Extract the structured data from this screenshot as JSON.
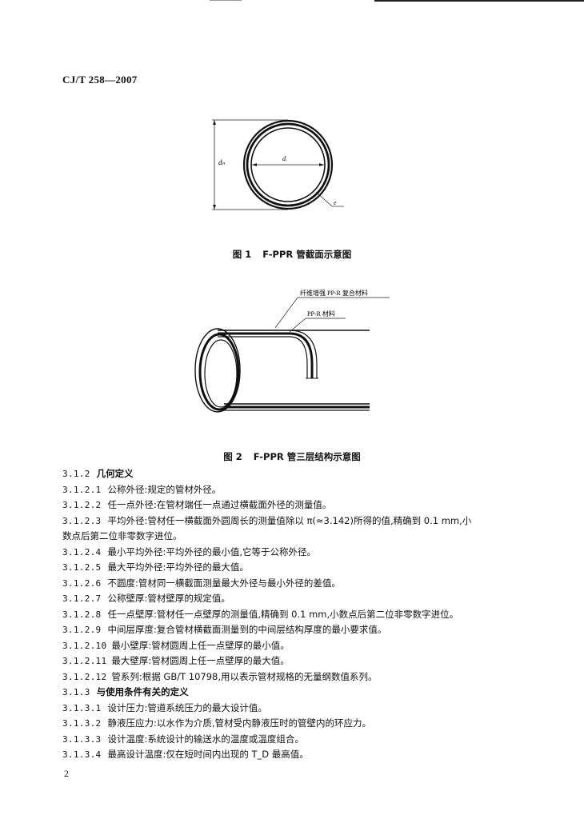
{
  "header": {
    "standard_code": "CJ/T 258—2007"
  },
  "figure1": {
    "caption_num": "图 1",
    "caption_text": "F-PPR 管截面示意图",
    "label_outer_d": "dₙ",
    "label_inner_d": "dᵢ",
    "label_e": "e"
  },
  "figure2": {
    "caption_num": "图 2",
    "caption_text": "F-PPR 管三层结构示意图",
    "label_fiber": "纤维增强 PP-R 复合材料",
    "label_ppr": "PP-R 材料"
  },
  "sections": [
    {
      "num": "3.1.2",
      "text": "几何定义",
      "heading": true
    },
    {
      "num": "3.1.2.1",
      "text": "公称外径:规定的管材外径。"
    },
    {
      "num": "3.1.2.2",
      "text": "任一点外径:在管材端任一点通过横截面外径的测量值。"
    },
    {
      "num": "3.1.2.3",
      "text": "平均外径:管材任一横截面外圆周长的测量值除以 π(≈3.142)所得的值,精确到 0.1 mm,小",
      "cont": "数点后第二位非零数字进位。"
    },
    {
      "num": "3.1.2.4",
      "text": "最小平均外径:平均外径的最小值,它等于公称外径。"
    },
    {
      "num": "3.1.2.5",
      "text": "最大平均外径:平均外径的最大值。"
    },
    {
      "num": "3.1.2.6",
      "text": "不圆度:管材同一横截面测量最大外径与最小外径的差值。"
    },
    {
      "num": "3.1.2.7",
      "text": "公称壁厚:管材壁厚的规定值。"
    },
    {
      "num": "3.1.2.8",
      "text": "任一点壁厚:管材任一点壁厚的测量值,精确到 0.1 mm,小数点后第二位非零数字进位。"
    },
    {
      "num": "3.1.2.9",
      "text": "中间层厚度:复合管材横截面测量到的中间层结构厚度的最小要求值。"
    },
    {
      "num": "3.1.2.10",
      "text": "最小壁厚:管材圆周上任一点壁厚的最小值。"
    },
    {
      "num": "3.1.2.11",
      "text": "最大壁厚:管材圆周上任一点壁厚的最大值。"
    },
    {
      "num": "3.1.2.12",
      "text": "管系列:根据 GB/T 10798,用以表示管材规格的无量纲数值系列。"
    },
    {
      "num": "3.1.3",
      "text": "与使用条件有关的定义",
      "heading": true
    },
    {
      "num": "3.1.3.1",
      "text": "设计压力:管道系统压力的最大设计值。"
    },
    {
      "num": "3.1.3.2",
      "text": "静液压应力:以水作为介质,管材受内静液压时的管壁内的环应力。"
    },
    {
      "num": "3.1.3.3",
      "text": "设计温度:系统设计的输送水的温度或温度组合。"
    },
    {
      "num": "3.1.3.4",
      "text": "最高设计温度:仅在短时间内出现的 T_D 最高值。"
    }
  ],
  "footer": {
    "page_number": "2"
  }
}
